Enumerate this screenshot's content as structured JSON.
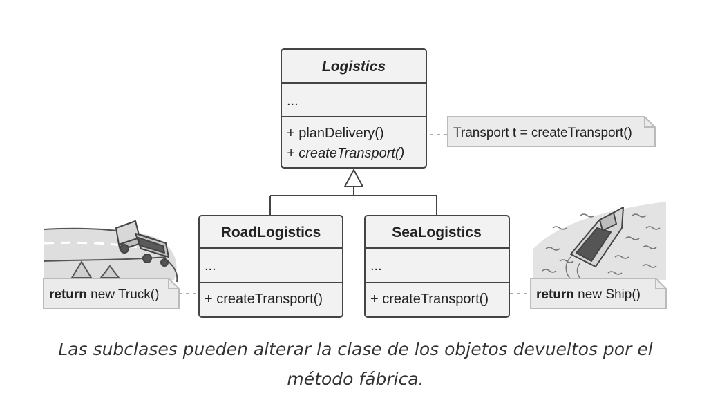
{
  "classes": {
    "logistics": {
      "name": "Logistics",
      "fields": "...",
      "method1": "+ planDelivery()",
      "method2": "+ createTransport()"
    },
    "road": {
      "name": "RoadLogistics",
      "fields": "...",
      "method1": "+ createTransport()"
    },
    "sea": {
      "name": "SeaLogistics",
      "fields": "...",
      "method1": "+ createTransport()"
    }
  },
  "notes": {
    "plan": "Transport t = createTransport()",
    "road_keyword": "return",
    "road_rest": " new Truck()",
    "sea_keyword": "return",
    "sea_rest": " new Ship()"
  },
  "illustrations": {
    "road": "truck-on-road-illustration",
    "sea": "boat-on-sea-illustration"
  },
  "caption_line1": "Las subclases pueden alterar la clase de los objetos devueltos por el",
  "caption_line2": "método fábrica.",
  "colors": {
    "box_fill": "#f2f2f2",
    "border": "#444444",
    "note_fill": "#ebebeb",
    "note_border": "#bbbbbb",
    "dashed_line": "#aaaaaa"
  }
}
